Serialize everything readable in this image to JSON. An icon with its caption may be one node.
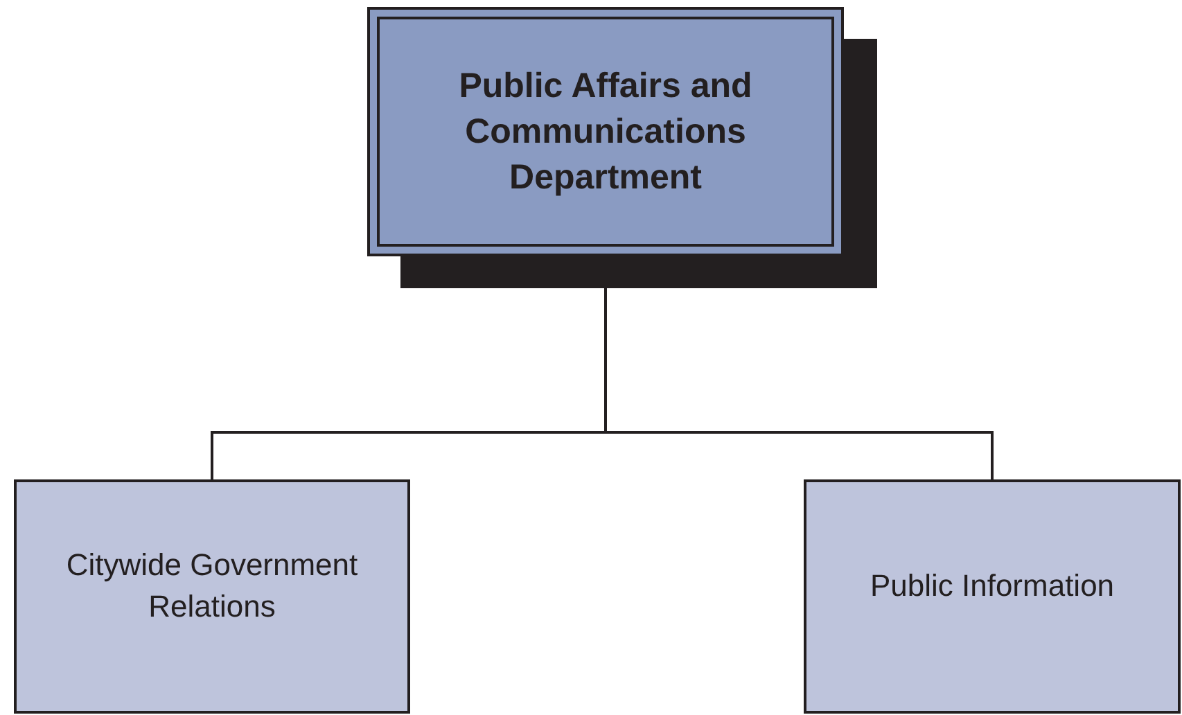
{
  "diagram": {
    "nodes": [
      {
        "text": [
          "Public Affairs and Communications Department"
        ]
      },
      {
        "text": [
          "Citywide Government Relations"
        ]
      },
      {
        "text": [
          "Public Information"
        ]
      }
    ],
    "edges": [
      {
        "from": 0,
        "to": 1,
        "arrow": "none"
      },
      {
        "from": 0,
        "to": 2,
        "arrow": "none"
      }
    ]
  }
}
